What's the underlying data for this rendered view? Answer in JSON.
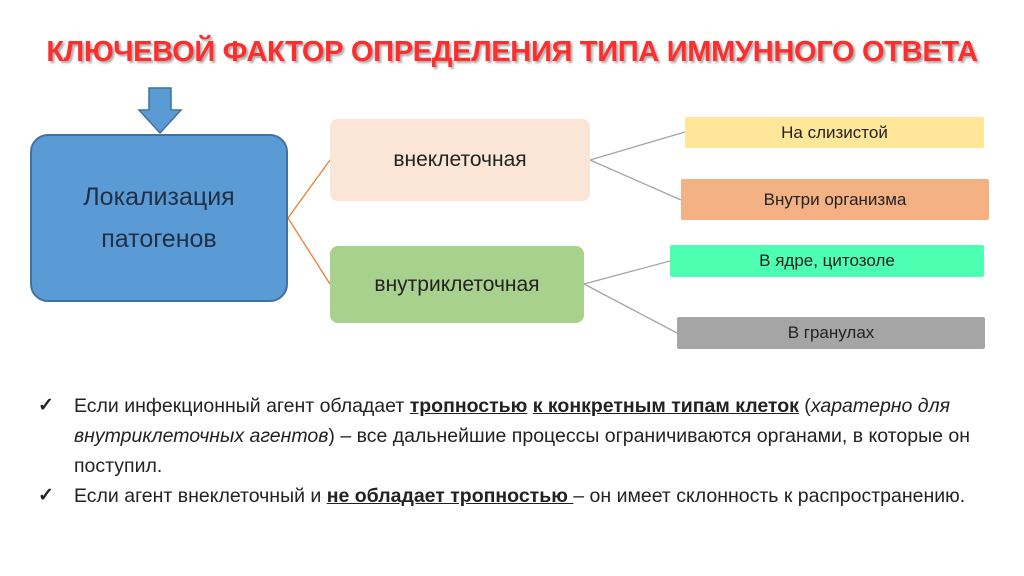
{
  "title": "КЛЮЧЕВОЙ ФАКТОР ОПРЕДЕЛЕНИЯ ТИПА ИММУННОГО ОТВЕТА",
  "colors": {
    "title": "#ff2e2e",
    "arrow": "#5b9bd5",
    "main_box": "#5b9bd5",
    "extracellular_box": "#fbe5d6",
    "intracellular_box": "#a9d18e",
    "leaf_mucosa": "#ffe699",
    "leaf_inside": "#f4b183",
    "leaf_nucleus": "#4dffb0",
    "leaf_granules": "#a5a5a5"
  },
  "diagram": {
    "root": {
      "line1": "Локализация",
      "line2": "патогенов"
    },
    "categories": [
      {
        "label": "внеклеточная",
        "leaves": [
          "На слизистой",
          "Внутри организма"
        ]
      },
      {
        "label": "внутриклеточная",
        "leaves": [
          "В ядре, цитозоле",
          "В гранулах"
        ]
      }
    ]
  },
  "bullets": [
    {
      "icon": "check-icon",
      "parts": [
        {
          "text": "Если инфекционный агент обладает ",
          "style": "normal"
        },
        {
          "text": "тропностью",
          "style": "bold-underline"
        },
        {
          "text": " ",
          "style": "normal"
        },
        {
          "text": "к конкретным типам клеток",
          "style": "bold-underline"
        },
        {
          "text": " (",
          "style": "normal"
        },
        {
          "text": "харатерно для внутриклеточных агентов",
          "style": "italic"
        },
        {
          "text": ") – все дальнейшие процессы ограничиваются органами, в которые он поступил.",
          "style": "normal"
        }
      ]
    },
    {
      "icon": "check-icon",
      "parts": [
        {
          "text": "Если агент внеклеточный и ",
          "style": "normal"
        },
        {
          "text": "не обладает тропностью ",
          "style": "bold-underline"
        },
        {
          "text": "– он имеет склонность к распространению.",
          "style": "normal"
        }
      ]
    }
  ]
}
